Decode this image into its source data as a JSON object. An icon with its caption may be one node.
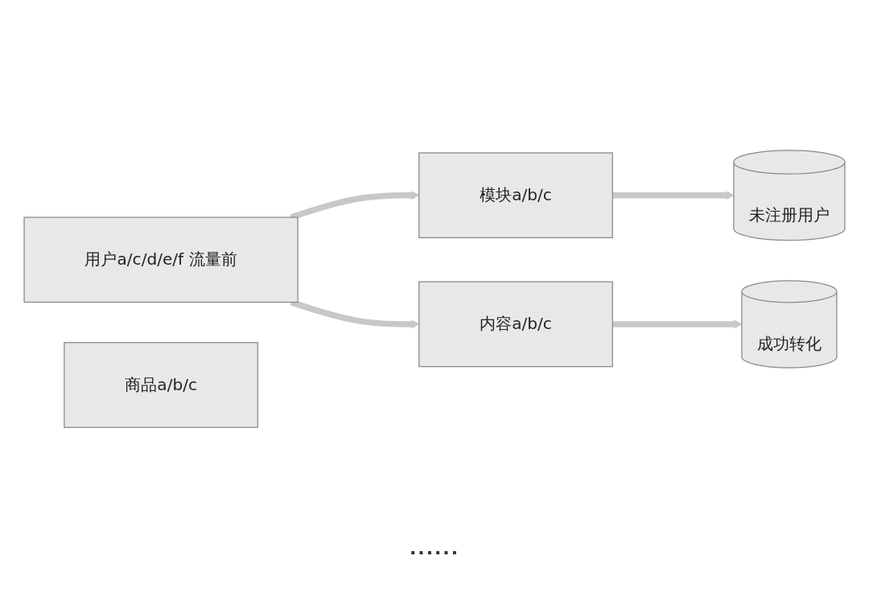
{
  "diagram": {
    "nodes": [
      {
        "text": [
          "用户a/c/d/e/f 流量前"
        ]
      },
      {
        "text": [
          "模块a/b/c"
        ]
      },
      {
        "text": [
          "商品a/b/c"
        ]
      },
      {
        "text": [
          "内容a/b/c"
        ]
      },
      {
        "text": [
          "未注册用户"
        ]
      },
      {
        "text": [
          "成功转化"
        ]
      }
    ],
    "edges": [
      {
        "from": 0,
        "to": 1,
        "arrow": "to"
      },
      {
        "from": 0,
        "to": 3,
        "arrow": "to"
      },
      {
        "from": 1,
        "to": 4,
        "arrow": "to"
      },
      {
        "from": 3,
        "to": 5,
        "arrow": "to"
      }
    ],
    "labels": [
      "......"
    ]
  }
}
